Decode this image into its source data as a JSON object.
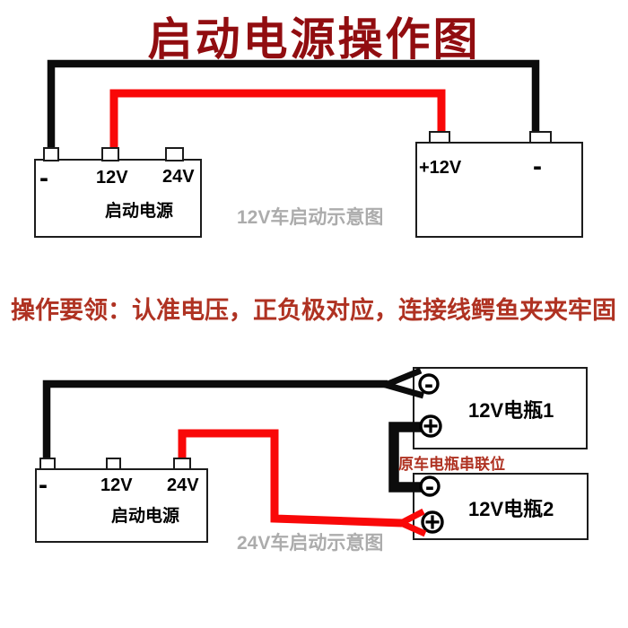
{
  "title": "启动电源操作图",
  "tip": "操作要领：认准电压，正负极对应，连接线鳄鱼夹夹牢固",
  "colors": {
    "title": "#910d10",
    "tip": "#af3222",
    "series_label": "#af3222",
    "wire_red": "#f90808",
    "wire_black": "#0c0c0c",
    "caption_gray": "#acacac",
    "box_border": "#1c1c1c"
  },
  "diagram_12v": {
    "caption": "12V车启动示意图",
    "starter": {
      "name": "启动电源",
      "terminal_neg": "-",
      "terminal_12v": "12V",
      "terminal_24v": "24V"
    },
    "battery": {
      "positive_label": "+12V",
      "negative_label": "-"
    }
  },
  "diagram_24v": {
    "caption": "24V车启动示意图",
    "series_note": "原车电瓶串联位",
    "starter": {
      "name": "启动电源",
      "terminal_neg": "-",
      "terminal_12v": "12V",
      "terminal_24v": "24V"
    },
    "battery1": {
      "name": "12V电瓶1",
      "negative_symbol": "-",
      "positive_symbol": "+"
    },
    "battery2": {
      "name": "12V电瓶2",
      "negative_symbol": "-",
      "positive_symbol": "+"
    }
  }
}
